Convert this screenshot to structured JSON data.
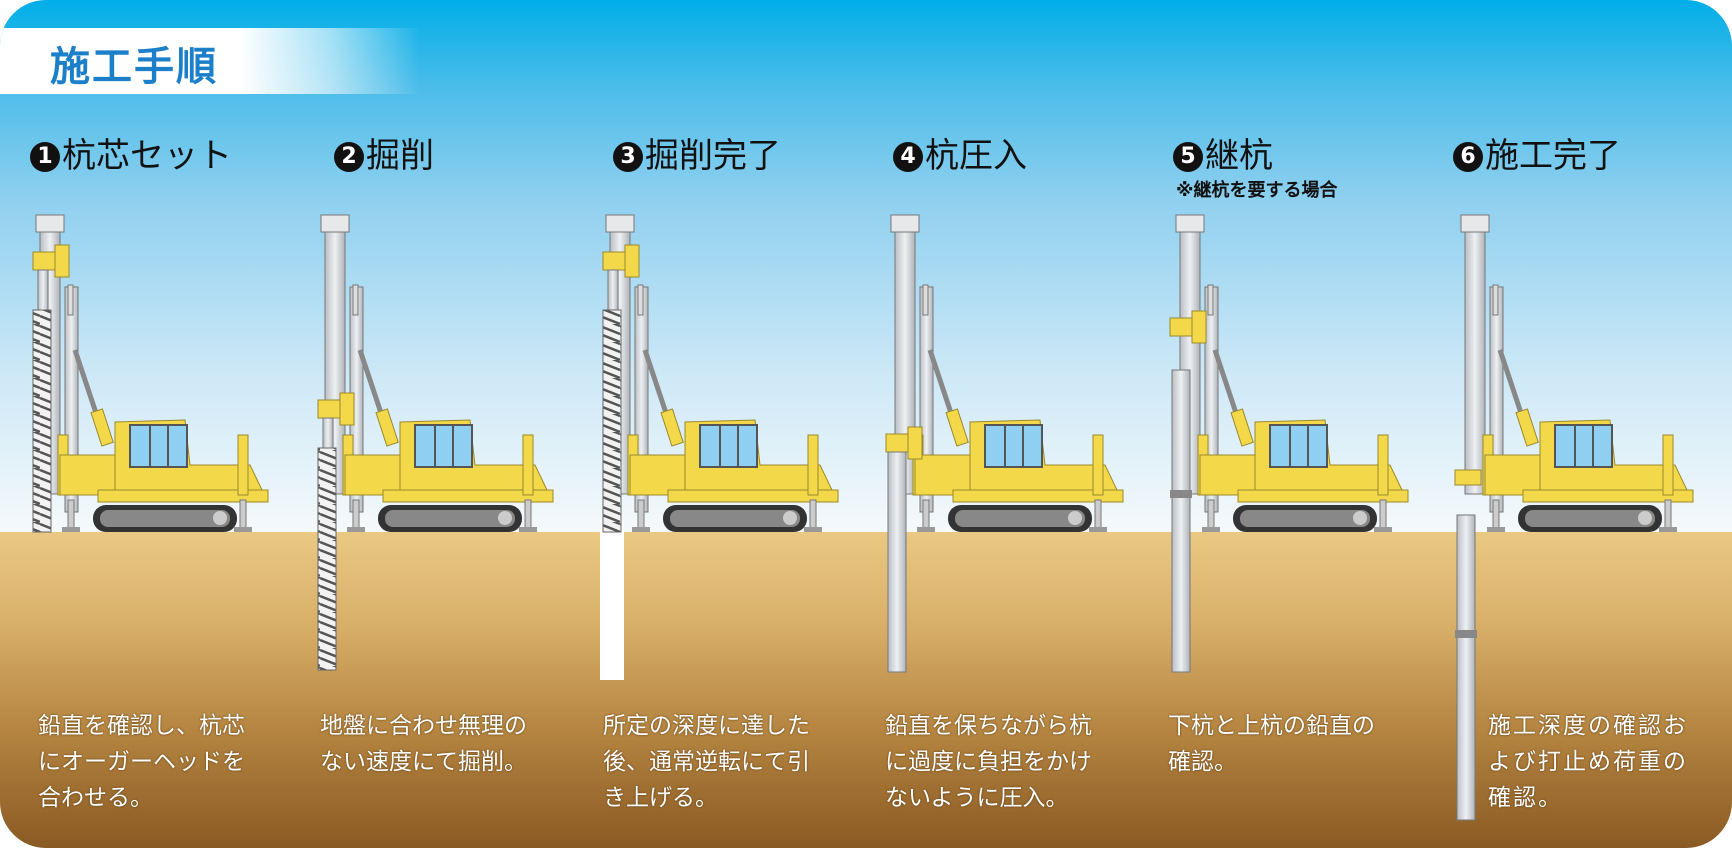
{
  "title": "施工手順",
  "steps": [
    {
      "num": "1",
      "label": "杭芯セット",
      "desc": [
        "鉛直を確認し、杭芯",
        "にオーガーヘッドを",
        "合わせる。"
      ]
    },
    {
      "num": "2",
      "label": "掘削",
      "desc": [
        "地盤に合わせ無理の",
        "ない速度にて掘削。"
      ]
    },
    {
      "num": "3",
      "label": "掘削完了",
      "desc": [
        "所定の深度に達した",
        "後、通常逆転にて引",
        "き上げる。"
      ]
    },
    {
      "num": "4",
      "label": "杭圧入",
      "desc": [
        "鉛直を保ちながら杭",
        "に過度に負担をかけ",
        "ないように圧入。"
      ]
    },
    {
      "num": "5",
      "label": "継杭",
      "note": "※継杭を要する場合",
      "desc": [
        "下杭と上杭の鉛直の",
        "確認。"
      ]
    },
    {
      "num": "6",
      "label": "施工完了",
      "desc": [
        "施工深度の確認お",
        "よび打止め荷重の",
        "確認。"
      ]
    }
  ],
  "colors": {
    "sky": "#00aee8",
    "title": "#1b7fc9",
    "machine": "#f3d84a",
    "ground": "#d9b06a"
  }
}
